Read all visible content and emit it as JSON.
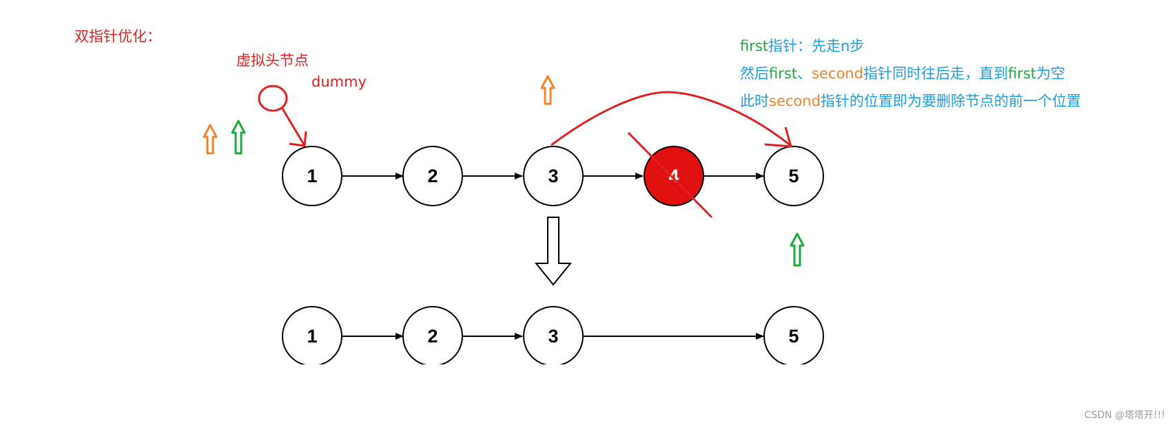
{
  "heading": "双指针优化：",
  "dummy": {
    "label_cn": "虚拟头节点",
    "label_en": "dummy"
  },
  "top_list": {
    "nodes": [
      {
        "value": "1"
      },
      {
        "value": "2"
      },
      {
        "value": "3"
      },
      {
        "value": "4",
        "removed": true
      },
      {
        "value": "5"
      }
    ]
  },
  "bottom_list": {
    "nodes": [
      {
        "value": "1"
      },
      {
        "value": "2"
      },
      {
        "value": "3"
      },
      {
        "value": "5"
      }
    ]
  },
  "notes": {
    "line1": {
      "first": "first",
      "rest": "指针：先走n步"
    },
    "line2": {
      "pre": "然后",
      "first": "first",
      "sep": "、",
      "second": "second",
      "mid": "指针同时往后走，直到",
      "first2": "first",
      "end": "为空"
    },
    "line3": {
      "pre": "此时",
      "second": "second",
      "rest": "指针的位置即为要删除节点的前一个位置"
    }
  },
  "watermark": "CSDN @塔塔开!!!",
  "colors": {
    "red": "#e02020",
    "green": "#1aab3a",
    "blue": "#1a9ee0",
    "orange": "#f5822a",
    "node_stroke": "#000000",
    "removed_fill": "#e01010"
  }
}
